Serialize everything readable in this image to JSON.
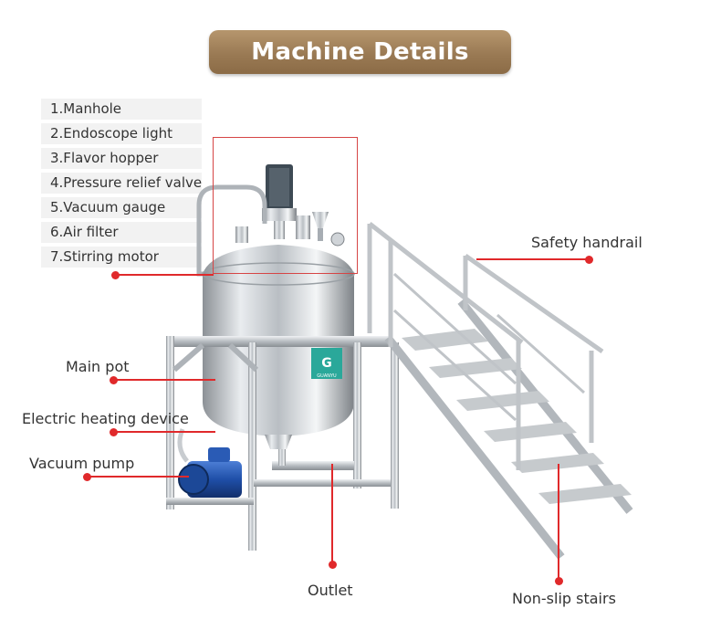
{
  "title": "Machine Details",
  "parts_list": [
    "1.Manhole",
    "2.Endoscope light",
    "3.Flavor hopper",
    "4.Pressure relief valve",
    "5.Vacuum gauge",
    "6.Air filter",
    "7.Stirring motor"
  ],
  "callouts": {
    "safety_handrail": "Safety handrail",
    "main_pot": "Main pot",
    "electric_heating": "Electric heating device",
    "vacuum_pump": "Vacuum pump",
    "outlet": "Outlet",
    "non_slip_stairs": "Non-slip stairs"
  },
  "brand_label": "GUANYU",
  "colors": {
    "banner": "#9a7a54",
    "callout_red": "#e0292b",
    "steel": "#c9cdd1",
    "pump_blue": "#1f4fa8"
  }
}
